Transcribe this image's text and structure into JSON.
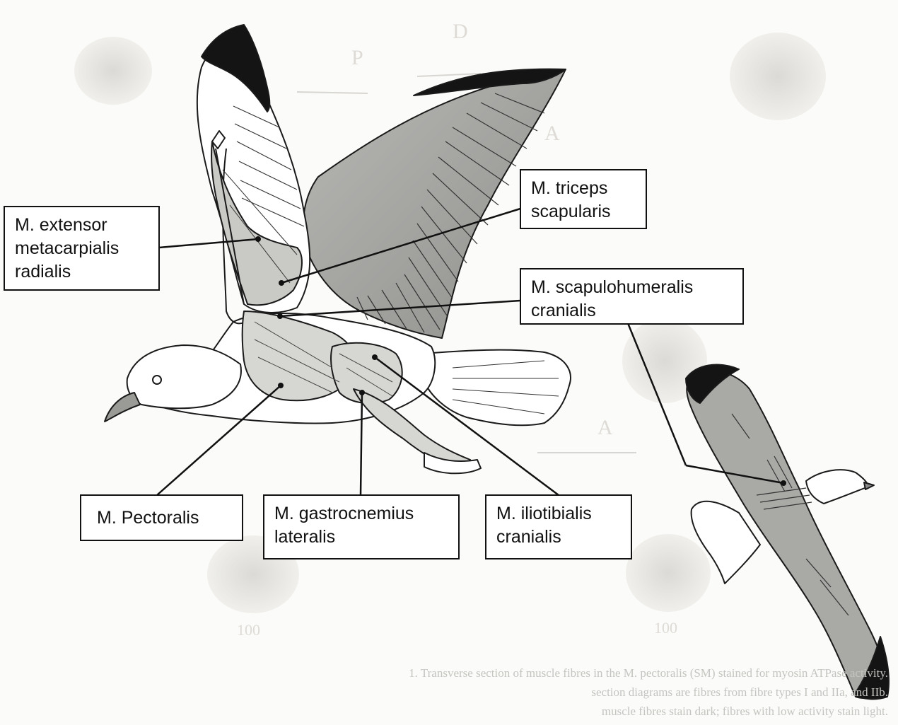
{
  "labels": {
    "extensor": [
      "M. extensor",
      "metacarpialis",
      "radialis"
    ],
    "triceps": [
      "M. triceps",
      "scapularis"
    ],
    "scapulohumeralis": [
      "M. scapulohumeralis",
      "cranialis"
    ],
    "pectoralis": [
      "M. Pectoralis"
    ],
    "gastrocnemius": [
      "M. gastrocnemius",
      "lateralis"
    ],
    "iliotibialis": [
      "M. iliotibialis",
      "cranialis"
    ]
  },
  "background_text": {
    "letters": [
      "D",
      "P",
      "A",
      "A"
    ],
    "numbers": [
      "100",
      "100"
    ],
    "caption_lines": [
      "1. Transverse section of muscle fibres in the M. pectoralis (SM) stained for myosin ATPase activity.",
      "section diagrams are fibres from fibre types I and IIa, and IIb.",
      "muscle fibres stain dark; fibres with low activity stain light."
    ]
  },
  "colors": {
    "outline": "#1a1a1a",
    "wing_gray": "#9d9d9b",
    "black_tip": "#141414",
    "muscle": "#c9c9c5",
    "ghost": "#dedbd6"
  }
}
